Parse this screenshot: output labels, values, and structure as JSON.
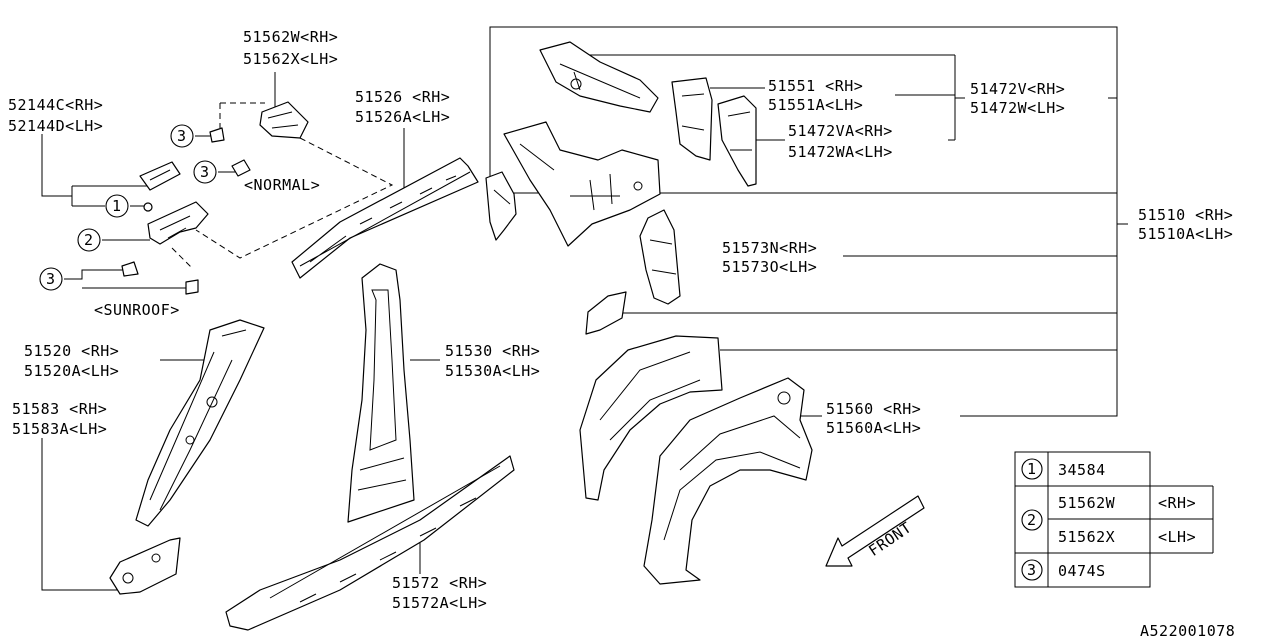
{
  "labels": {
    "p51562": [
      "51562W<RH>",
      "51562X<LH>"
    ],
    "p52144": [
      "52144C<RH>",
      "52144D<LH>"
    ],
    "p51526": [
      "51526 <RH>",
      "51526A<LH>"
    ],
    "normal": "<NORMAL>",
    "sunroof": "<SUNROOF>",
    "p51520": [
      "51520 <RH>",
      "51520A<LH>"
    ],
    "p51583": [
      "51583 <RH>",
      "51583A<LH>"
    ],
    "p51530": [
      "51530 <RH>",
      "51530A<LH>"
    ],
    "p51572": [
      "51572 <RH>",
      "51572A<LH>"
    ],
    "p51551": [
      "51551 <RH>",
      "51551A<LH>"
    ],
    "p51472v": [
      "51472V<RH>",
      "51472W<LH>"
    ],
    "p51472va": [
      "51472VA<RH>",
      "51472WA<LH>"
    ],
    "p51510": [
      "51510 <RH>",
      "51510A<LH>"
    ],
    "p51573": [
      "51573N<RH>",
      "51573O<LH>"
    ],
    "p51560": [
      "51560 <RH>",
      "51560A<LH>"
    ],
    "front": "FRONT",
    "diagram_id": "A522001078"
  },
  "callouts": [
    "1",
    "2",
    "3"
  ],
  "legend": {
    "rows": [
      {
        "num": "1",
        "part": "34584",
        "side": ""
      },
      {
        "num": "2",
        "part": "51562W",
        "side": "<RH>"
      },
      {
        "num": "2",
        "part": "51562X",
        "side": "<LH>"
      },
      {
        "num": "3",
        "part": "0474S",
        "side": ""
      }
    ]
  }
}
